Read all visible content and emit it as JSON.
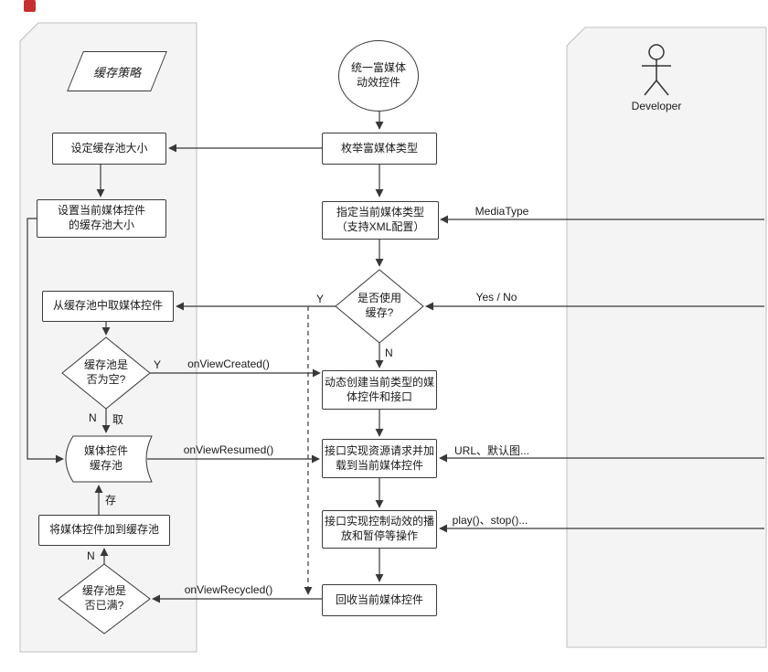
{
  "colors": {
    "panel_fill": "#f4f4f4",
    "panel_border": "#bfbfbf",
    "node_border": "#3a3a3a",
    "line": "#383838",
    "corner_mark": "#c62f2f"
  },
  "left_panel": {
    "title": "缓存策略",
    "set_pool_size": "设定缓存池大小",
    "set_current_pool_size": "设置当前媒体控件\n的缓存池大小",
    "take_from_pool": "从缓存池中取媒体控件",
    "pool_empty": "缓存池是\n否为空?",
    "media_pool": "媒体控件\n缓存池",
    "add_to_pool": "将媒体控件加到缓存池",
    "pool_full": "缓存池是\n否已满?"
  },
  "main_flow": {
    "start": "统一富媒体\n动效控件",
    "enumerate": "枚举富媒体类型",
    "specify_type": "指定当前媒体类型\n（支持XML配置）",
    "use_cache": "是否使用\n缓存?",
    "create_control": "动态创建当前类型的媒\n体控件和接口",
    "load_resource": "接口实现资源请求并加\n载到当前媒体控件",
    "control_playback": "接口实现控制动效的播\n放和暂停等操作",
    "recycle": "回收当前媒体控件"
  },
  "right_panel": {
    "actor_label": "Developer"
  },
  "edge_labels": {
    "y_use_cache": "Y",
    "n_use_cache": "N",
    "y_pool_empty": "Y",
    "n_pool_empty": "N",
    "take": "取",
    "store": "存",
    "n_pool_full": "N",
    "on_view_created": "onViewCreated()",
    "on_view_resumed": "onViewResumed()",
    "on_view_recycled": "onViewRecycled()",
    "media_type": "MediaType",
    "yes_no": "Yes / No",
    "url_default": "URL、默认图...",
    "play_stop": "play()、stop()..."
  }
}
